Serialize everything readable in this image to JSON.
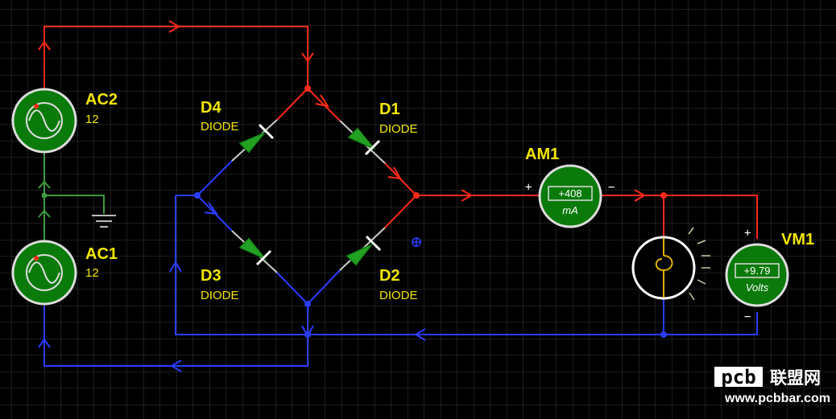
{
  "colors": {
    "background": "#000000",
    "grid": "#3a3a3a",
    "wire_positive": "#ff2a1a",
    "wire_negative": "#2b3dff",
    "wire_ground": "#3f9a3f",
    "component_fill": "#0a7a0a",
    "label": "#f2e600",
    "lamp_outline": "#ffffff",
    "filament": "#e0b000"
  },
  "sources": [
    {
      "ref": "AC2",
      "value": "12"
    },
    {
      "ref": "AC1",
      "value": "12"
    }
  ],
  "diodes": [
    {
      "ref": "D1",
      "type": "DIODE"
    },
    {
      "ref": "D2",
      "type": "DIODE"
    },
    {
      "ref": "D3",
      "type": "DIODE"
    },
    {
      "ref": "D4",
      "type": "DIODE"
    }
  ],
  "ammeter": {
    "ref": "AM1",
    "reading": "+408",
    "unit": "mA",
    "plus": "+",
    "minus": "−"
  },
  "voltmeter": {
    "ref": "VM1",
    "reading": "+9.79",
    "unit": "Volts",
    "plus": "+",
    "minus": "−"
  },
  "lamp": {
    "icon": "lamp-icon"
  },
  "watermark": {
    "box": "pcb",
    "cn": "联盟网",
    "url": "www.pcbbar.com"
  }
}
